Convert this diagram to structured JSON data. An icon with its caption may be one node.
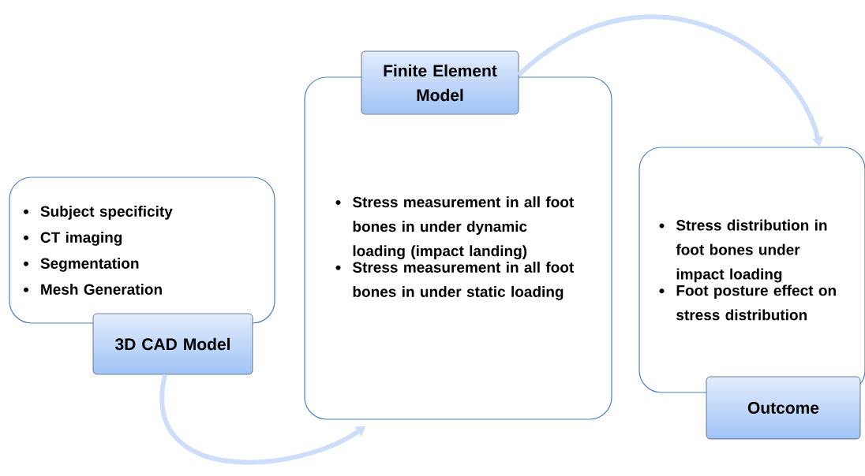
{
  "diagram": {
    "nodes": [
      {
        "text": [
          "Subject specificity",
          "CT imaging",
          "Segmentation",
          "Mesh Generation"
        ]
      },
      {
        "text": [
          "3D CAD Model"
        ]
      },
      {
        "text": [
          "Stress measurement in all foot bones in under dynamic loading (impact landing)",
          "Stress measurement in all foot bones in under static loading"
        ]
      },
      {
        "text": [
          "Finite Element Model"
        ]
      },
      {
        "text": [
          "Stress distribution in foot bones under impact loading",
          "Foot posture effect on stress distribution"
        ]
      },
      {
        "text": [
          "Outcome"
        ]
      }
    ],
    "edges": [
      {
        "from": 1,
        "to": 2,
        "arrow": "to"
      },
      {
        "from": 3,
        "to": 4,
        "arrow": "to"
      }
    ]
  }
}
